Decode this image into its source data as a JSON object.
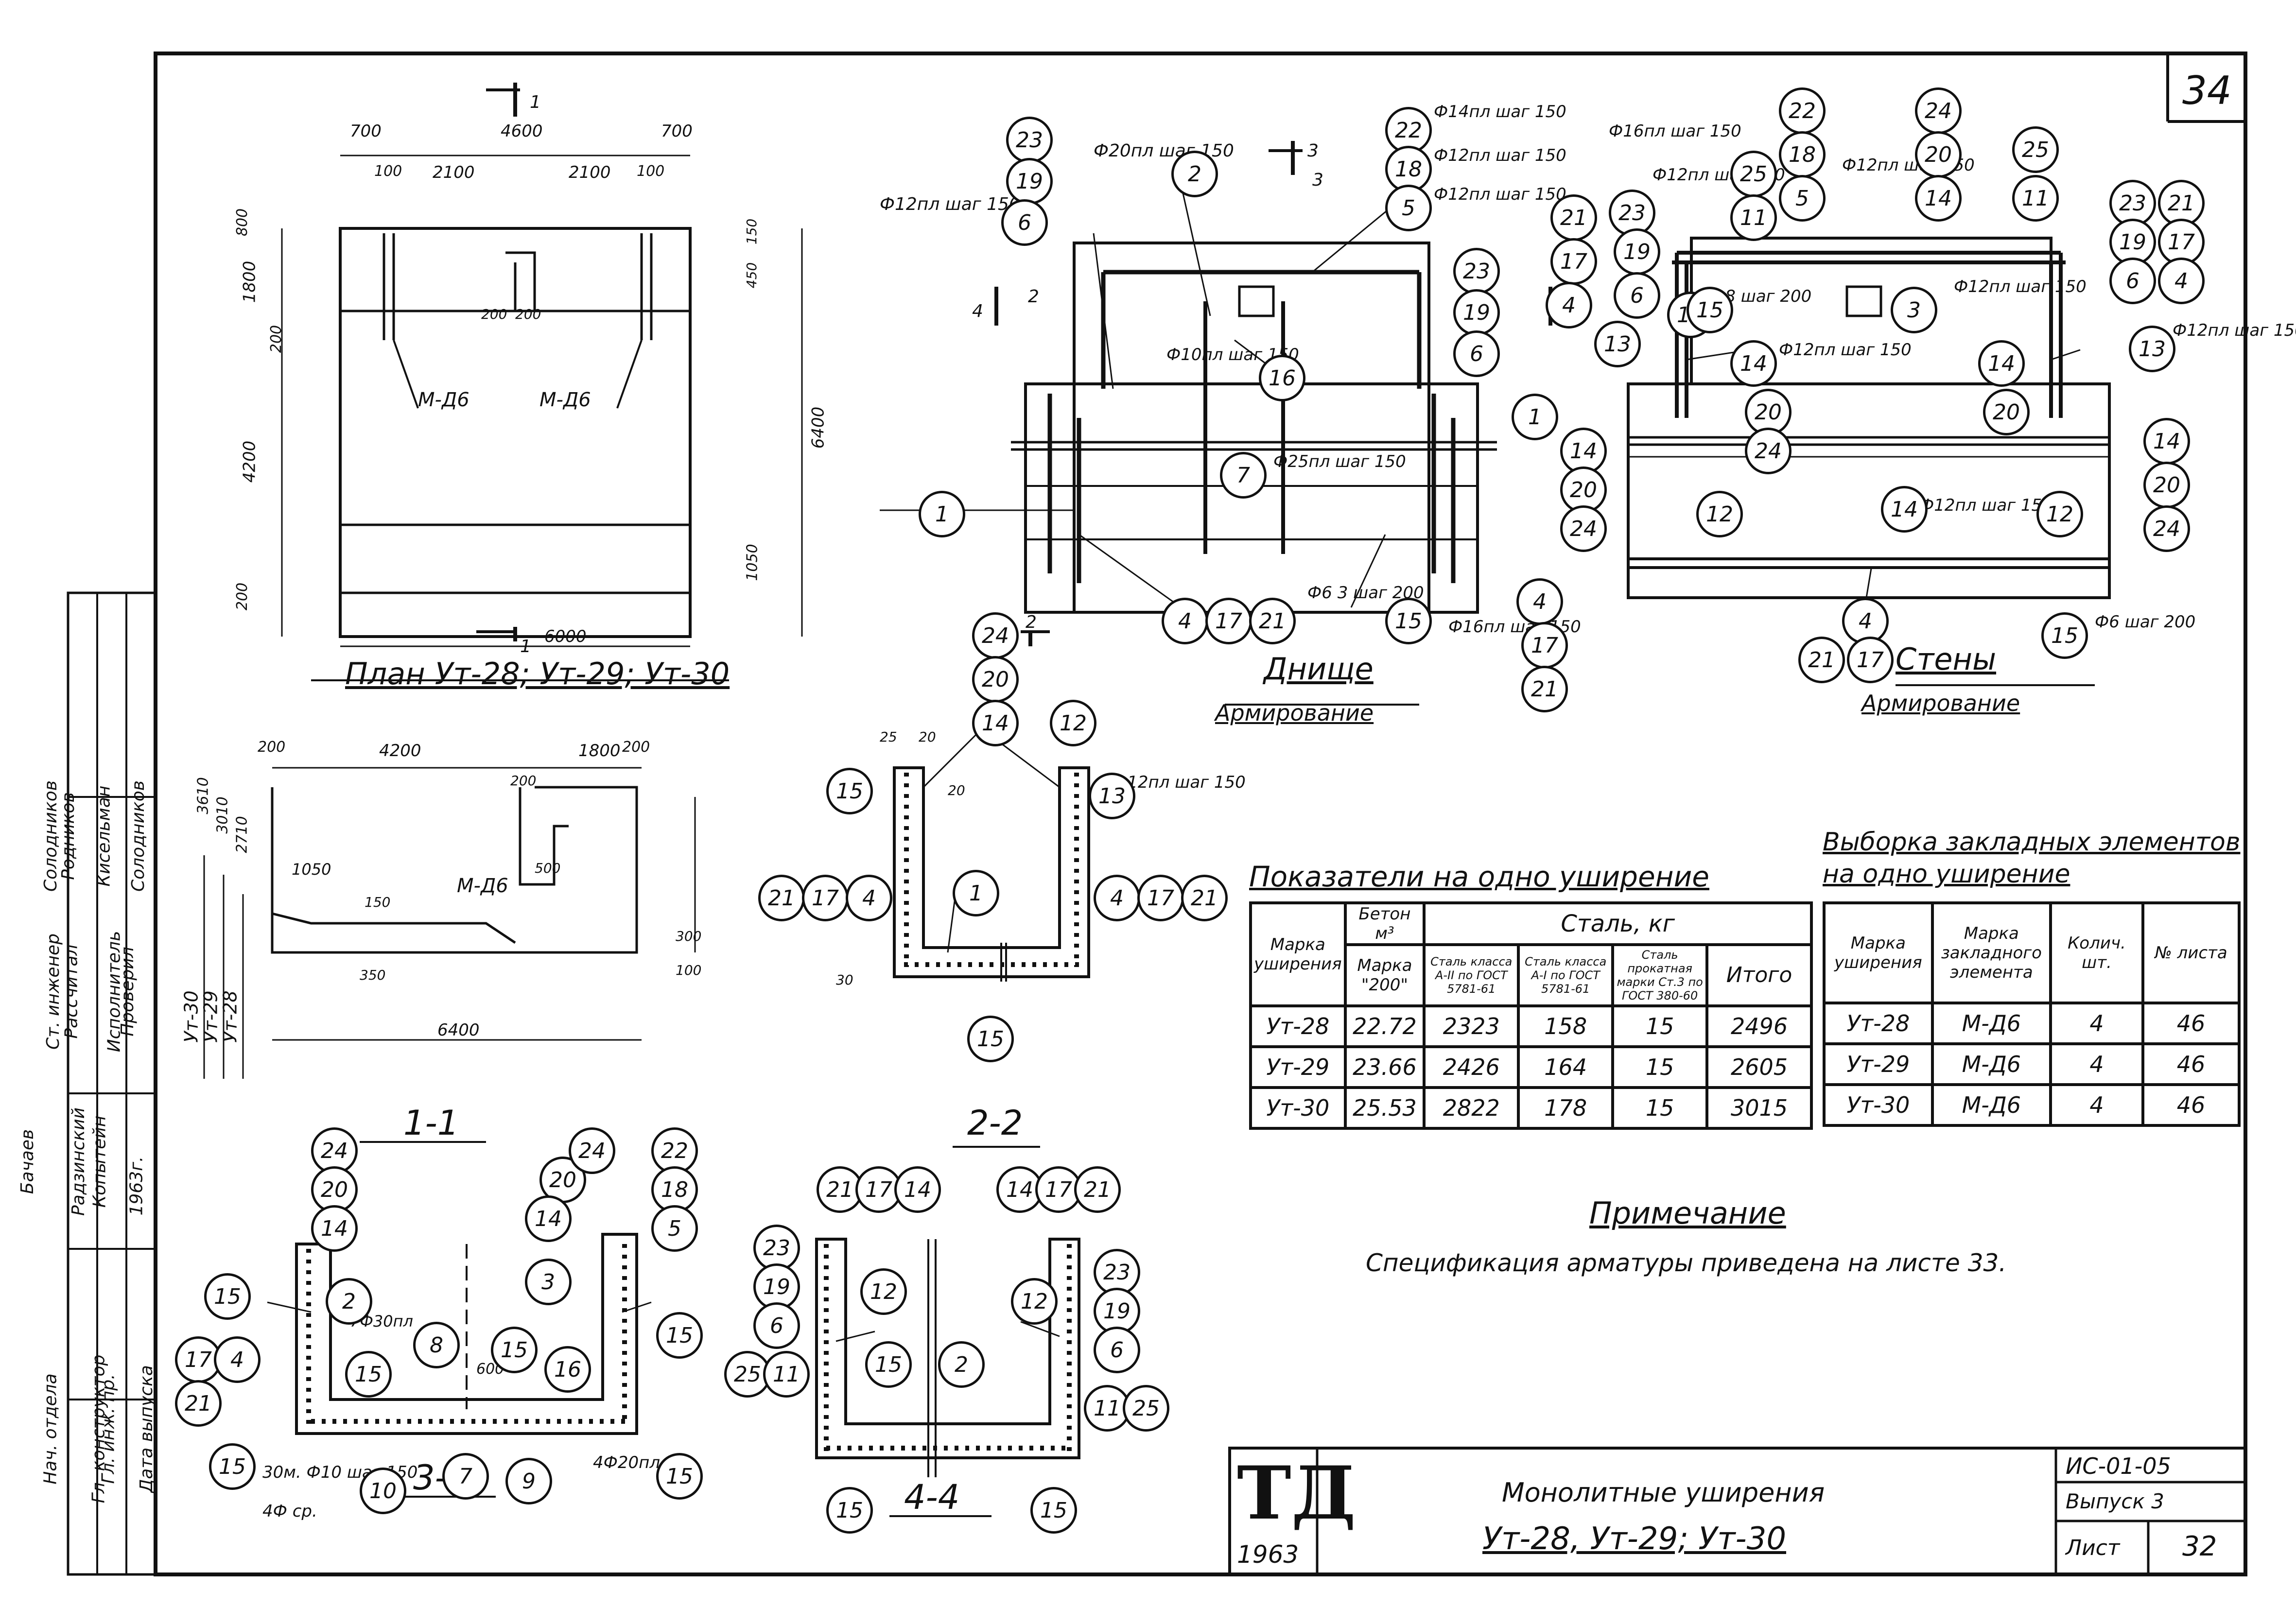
{
  "sheet": {
    "corner_number": "34",
    "stamp_logo": "ТД",
    "stamp_year": "1963",
    "doc_code": "ИС-01-05",
    "issue": "Выпуск 3",
    "sheet_label": "Лист",
    "sheet_number": "32",
    "title_line1": "Монолитные уширения",
    "title_line2": "Ут-28, Ут-29; Ут-30"
  },
  "side_block": {
    "roles": [
      "Нач. отдела",
      "Гл. конструктор",
      "Гл. инж. пр.",
      "Дата выпуска",
      "Ст. инженер",
      "Рассчитал",
      "Исполнитель",
      "Проверил"
    ],
    "names": [
      "Бачаев",
      "Радзинский",
      "Копытейн",
      "",
      "Солодников",
      "Родников",
      "Кисельман",
      "Солодников"
    ],
    "date": "1963г."
  },
  "drawings": {
    "plan_title": "План Ут-28; Ут-29; Ут-30",
    "bottom_title": "Днище",
    "bottom_subtitle": "Армирование",
    "walls_title": "Стены",
    "walls_subtitle": "Армирование",
    "section_1": "1-1",
    "section_2": "2-2",
    "section_3": "3-3",
    "section_4": "4-4",
    "plan_dims": [
      "700",
      "4600",
      "700",
      "100",
      "2100",
      "2100",
      "100",
      "800",
      "1800",
      "200",
      "4200",
      "6400",
      "1050",
      "200",
      "6000",
      "150",
      "450",
      "200",
      "200"
    ],
    "embed_label": "М-Д6",
    "rebar_labels": [
      "Ф20пл шаг 150",
      "Ф12пл шаг 150",
      "Ф14пл шаг 150",
      "Ф12пл шаг 150",
      "Ф12пл шаг 150",
      "Ф10пл шаг 150",
      "Ф25пл шаг 150",
      "Ф6 3 шаг 200",
      "Ф16пл шаг 150",
      "Ф16пл шаг 150",
      "Ф12пл шаг 150",
      "Ф8 шаг 200",
      "Ф12пл шаг 150",
      "Ф12пл шаг 150",
      "Ф12пл шаг 150",
      "Ф12пл шаг 150",
      "Ф6 шаг 200",
      "Ф12пл шаг 150",
      "Ф12пл шаг 150"
    ],
    "elevation_dims": [
      "200",
      "4200",
      "1800",
      "200",
      "1050",
      "3610",
      "3010",
      "2710",
      "350",
      "6400",
      "150",
      "300",
      "100",
      "200",
      "500"
    ],
    "elevation_levels": [
      "Ут-30",
      "Ут-29",
      "Ут-28"
    ],
    "section_notes": [
      "30",
      "25",
      "20",
      "20",
      "600",
      "4Ф20пл",
      "30м. Ф10 шаг 150",
      "4Ф ср.",
      "7Ф30пл"
    ],
    "markers": [
      "1",
      "1",
      "2",
      "2",
      "3",
      "3",
      "4",
      "4"
    ]
  },
  "indicators_table": {
    "title": "Показатели на одно уширение",
    "headers": {
      "mark": "Марка уширения",
      "concrete": "Бетон м³",
      "concrete_mark": "Марка \"200\"",
      "steel": "Сталь, кг",
      "steel_a2": "Сталь класса А-II по ГОСТ 5781-61",
      "steel_a1": "Сталь класса А-I по ГОСТ 5781-61",
      "steel_rolled": "Сталь прокатная марки Ст.3 по ГОСТ 380-60",
      "total": "Итого"
    },
    "rows": [
      [
        "Ут-28",
        "22.72",
        "2323",
        "158",
        "15",
        "2496"
      ],
      [
        "Ут-29",
        "23.66",
        "2426",
        "164",
        "15",
        "2605"
      ],
      [
        "Ут-30",
        "25.53",
        "2822",
        "178",
        "15",
        "3015"
      ]
    ]
  },
  "embeds_table": {
    "title": "Выборка закладных элементов на одно уширение",
    "headers": [
      "Марка уширения",
      "Марка закладного элемента",
      "Колич. шт.",
      "№ листа"
    ],
    "rows": [
      [
        "Ут-28",
        "М-Д6",
        "4",
        "46"
      ],
      [
        "Ут-29",
        "М-Д6",
        "4",
        "46"
      ],
      [
        "Ут-30",
        "М-Д6",
        "4",
        "46"
      ]
    ]
  },
  "note": {
    "title": "Примечание",
    "text": "Спецификация арматуры приведена на листе 33."
  },
  "callouts": [
    "1",
    "2",
    "3",
    "4",
    "5",
    "6",
    "7",
    "8",
    "9",
    "10",
    "11",
    "12",
    "13",
    "14",
    "15",
    "16",
    "17",
    "18",
    "19",
    "20",
    "21",
    "22",
    "23",
    "24",
    "25"
  ]
}
